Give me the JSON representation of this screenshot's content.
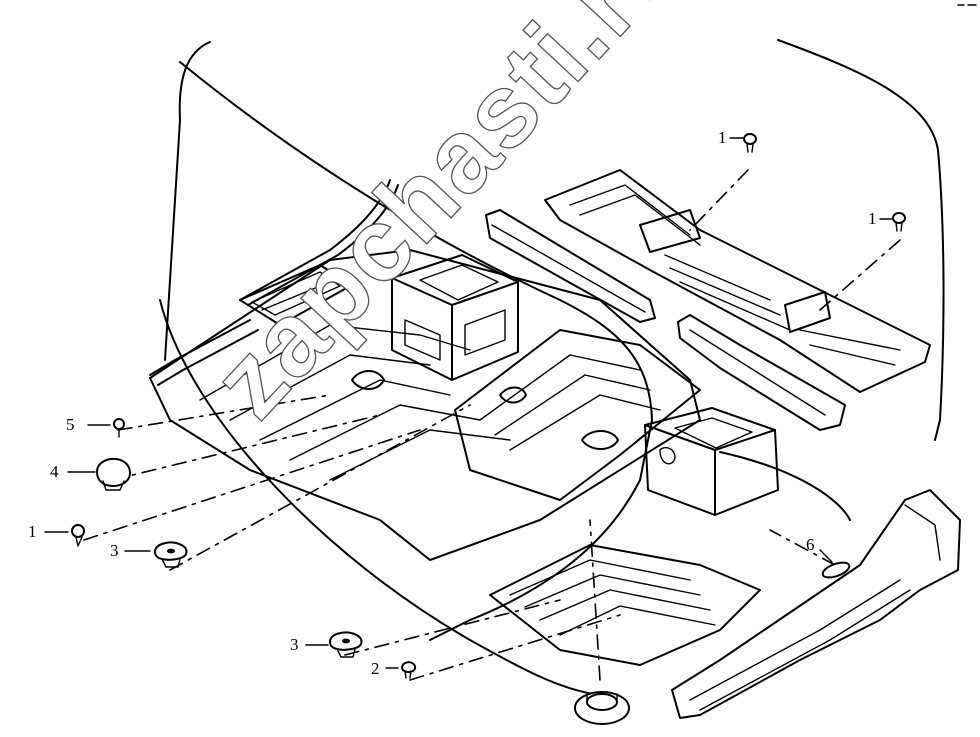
{
  "callouts": [
    {
      "id": "c1",
      "label": "1"
    },
    {
      "id": "c2",
      "label": "1"
    },
    {
      "id": "c3",
      "label": "5"
    },
    {
      "id": "c4",
      "label": "4"
    },
    {
      "id": "c5",
      "label": "1"
    },
    {
      "id": "c6",
      "label": "3"
    },
    {
      "id": "c7",
      "label": "6"
    },
    {
      "id": "c8",
      "label": "3"
    },
    {
      "id": "c9",
      "label": "2"
    }
  ],
  "watermark": {
    "text": "zapchasti.ru"
  },
  "colors": {
    "ink": "#000000",
    "paper": "#ffffff",
    "watermark": "#555555"
  }
}
